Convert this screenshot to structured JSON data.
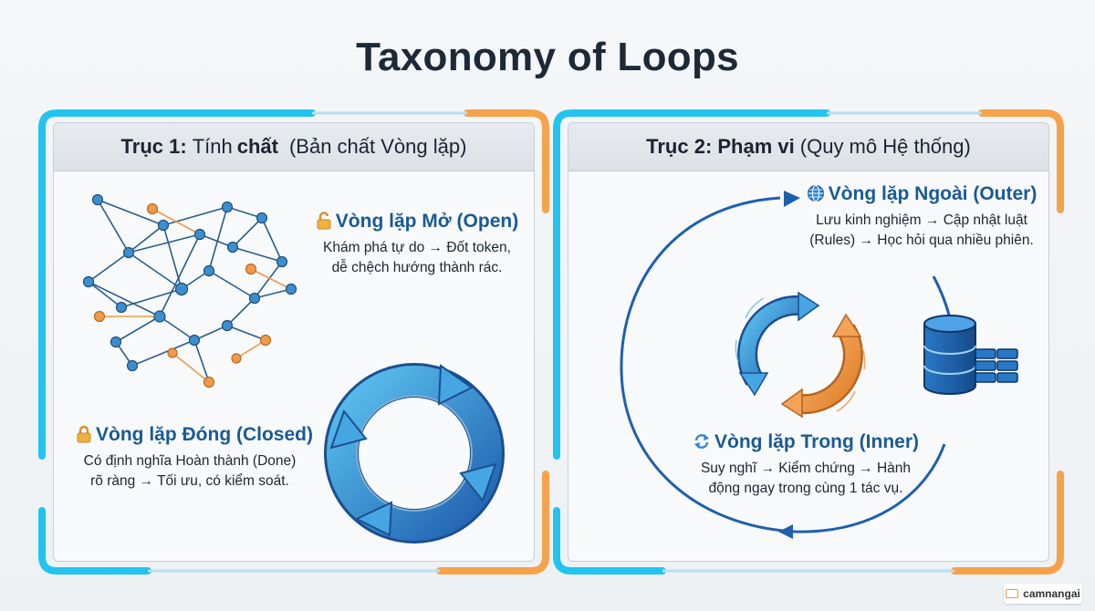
{
  "title": "Taxonomy of Loops",
  "left_panel": {
    "header_bold": "Trục 1:",
    "header_mid": "Tính",
    "header_bold2": "chất",
    "header_rest": "(Bản chất Vòng lặp)",
    "open_loop": {
      "icon": "unlocked-padlock-icon",
      "title": "Vòng lặp Mở (Open)",
      "desc_line1": "Khám phá tự do → Đốt token,",
      "desc_line2": "dễ chệch hướng thành rác."
    },
    "closed_loop": {
      "icon": "locked-padlock-icon",
      "title": "Vòng lặp Đóng (Closed)",
      "desc_line1": "Có định nghĩa Hoàn thành (Done)",
      "desc_line2": "rõ ràng → Tối ưu, có kiểm soát."
    }
  },
  "right_panel": {
    "header_bold": "Trục 2: Phạm vi",
    "header_rest": "(Quy mô Hệ thống)",
    "outer_loop": {
      "icon": "globe-icon",
      "title": "Vòng lặp Ngoài (Outer)",
      "desc_line1": "Lưu kinh nghiệm → Cập nhật luật",
      "desc_line2": "(Rules) → Học hỏi qua nhiều phiên."
    },
    "inner_loop": {
      "icon": "refresh-cycle-icon",
      "title": "Vòng lặp Trong (Inner)",
      "desc_line1": "Suy nghĩ → Kiểm chứng → Hành",
      "desc_line2": "động ngay trong cùng 1 tác vụ."
    }
  },
  "brand": "camnangai",
  "colors": {
    "cyan_frame": "#21c4ee",
    "orange_frame": "#f5a24b",
    "blue_title": "#1c5a92",
    "node_blue": "#3b8fd0",
    "node_orange": "#ef9a4a"
  }
}
